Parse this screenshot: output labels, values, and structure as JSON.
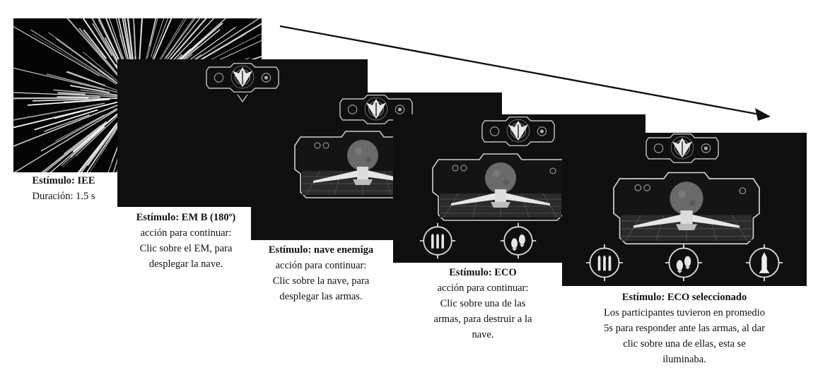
{
  "stimuli": [
    {
      "title": "Estímulo: IEE",
      "lines": [
        "Duración: 1.5 s"
      ]
    },
    {
      "title": "Estímulo: EM B (180º)",
      "lines": [
        "acción para continuar:",
        "Clic sobre el EM, para",
        "desplegar la nave."
      ]
    },
    {
      "title": "Estímulo: nave enemiga",
      "lines": [
        "acción para continuar:",
        "Clic sobre la nave, para",
        "desplegar las armas."
      ]
    },
    {
      "title": "Estímulo: ECO",
      "lines": [
        "acción para continuar:",
        "Clic sobre una de las",
        "armas, para destruir a la",
        "nave."
      ]
    },
    {
      "title": "Estímulo: ECO seleccionado",
      "lines": [
        "Los participantes tuvieron en promedio",
        "5s para responder ante las armas, al dar",
        "clic sobre una de ellas, esta se",
        "iluminaba."
      ]
    }
  ],
  "icons": {
    "emblem": "winged-emblem-icon",
    "ship": "enemy-spaceship-icon",
    "planet": "planet-icon",
    "weapon_bullets": "bullets-icon",
    "weapon_bombs": "bombs-icon",
    "weapon_missile": "missile-icon",
    "timeline": "timeline-arrow-icon"
  },
  "colors": {
    "screen": "#0f0f0f",
    "hud": "#d8d8d8",
    "page": "#ffffff"
  }
}
